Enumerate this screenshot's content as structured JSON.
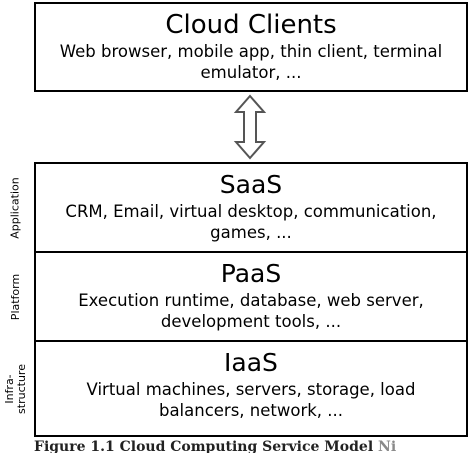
{
  "clients": {
    "title": "Cloud Clients",
    "description": "Web browser, mobile app, thin client, terminal emulator, ..."
  },
  "layers": [
    {
      "side_label": "Application",
      "title": "SaaS",
      "description": "CRM, Email, virtual desktop, communication, games, ..."
    },
    {
      "side_label": "Platform",
      "title": "PaaS",
      "description": "Execution runtime, database, web server, development tools, ..."
    },
    {
      "side_label": "Infra-\nstructure",
      "title": "IaaS",
      "description": "Virtual machines, servers, storage, load balancers, network, ..."
    }
  ],
  "caption": {
    "text": "Figure 1.1 Cloud Computing Service Model",
    "tail": "Ni"
  },
  "colors": {
    "border": "#000000",
    "arrow": "#555555"
  }
}
